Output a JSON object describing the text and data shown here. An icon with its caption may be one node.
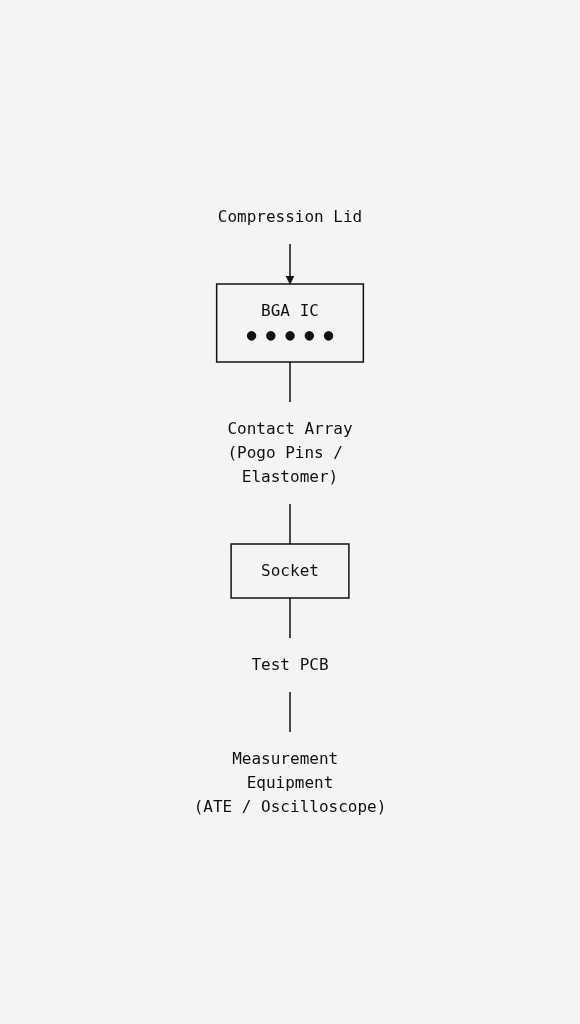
{
  "diagram": {
    "nodes": [
      {
        "text": [
          "Compression Lid"
        ]
      },
      {
        "text": [
          "BGA IC",
          "● ● ● ● ●"
        ]
      },
      {
        "text": [
          "Contact Array",
          "(Pogo Pins / Elastomer)"
        ]
      },
      {
        "text": [
          "Socket"
        ]
      },
      {
        "text": [
          "Test PCB"
        ]
      },
      {
        "text": [
          "Measurement Equipment",
          "(ATE / Oscilloscope)"
        ]
      }
    ],
    "edges": [
      {
        "from": 0,
        "to": 1,
        "arrow": "to"
      },
      {
        "from": 1,
        "to": 2,
        "arrow": "none"
      },
      {
        "from": 2,
        "to": 3,
        "arrow": "none"
      },
      {
        "from": 3,
        "to": 4,
        "arrow": "none"
      },
      {
        "from": 4,
        "to": 5,
        "arrow": "none"
      }
    ]
  }
}
